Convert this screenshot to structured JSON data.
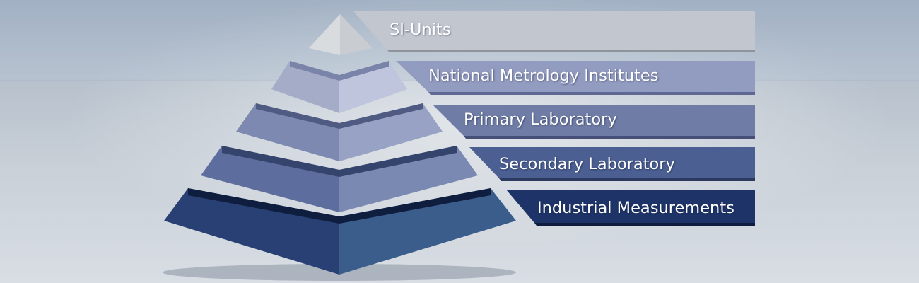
{
  "levels": [
    {
      "label": "SI-Units",
      "band_color": "#c2c6cf",
      "band_edge": "#8f939c"
    },
    {
      "label": "National Metrology Institutes",
      "band_color": "#929bc0",
      "band_edge": "#5f6892"
    },
    {
      "label": "Primary Laboratory",
      "band_color": "#6f7ca6",
      "band_edge": "#454f78"
    },
    {
      "label": "Secondary Laboratory",
      "band_color": "#4b5f92",
      "band_edge": "#2c3a62"
    },
    {
      "label": "Industrial Measurements",
      "band_color": "#1e3468",
      "band_edge": "#0f1c3d"
    }
  ],
  "pyramid_colors": {
    "tip": {
      "left": "#d9dcdf",
      "right": "#c9ccd0"
    },
    "tier1": {
      "left": "#a4acc8",
      "right": "#bfc5dc",
      "edge": "#7a84a8"
    },
    "tier2": {
      "left": "#7d89b0",
      "right": "#97a2c4",
      "edge": "#4f5b82"
    },
    "tier3": {
      "left": "#5c6d9e",
      "right": "#7a89b2",
      "edge": "#35446c"
    },
    "tier4": {
      "left": "#284073",
      "right": "#3b5d8c",
      "edge": "#0f1e3e"
    }
  }
}
